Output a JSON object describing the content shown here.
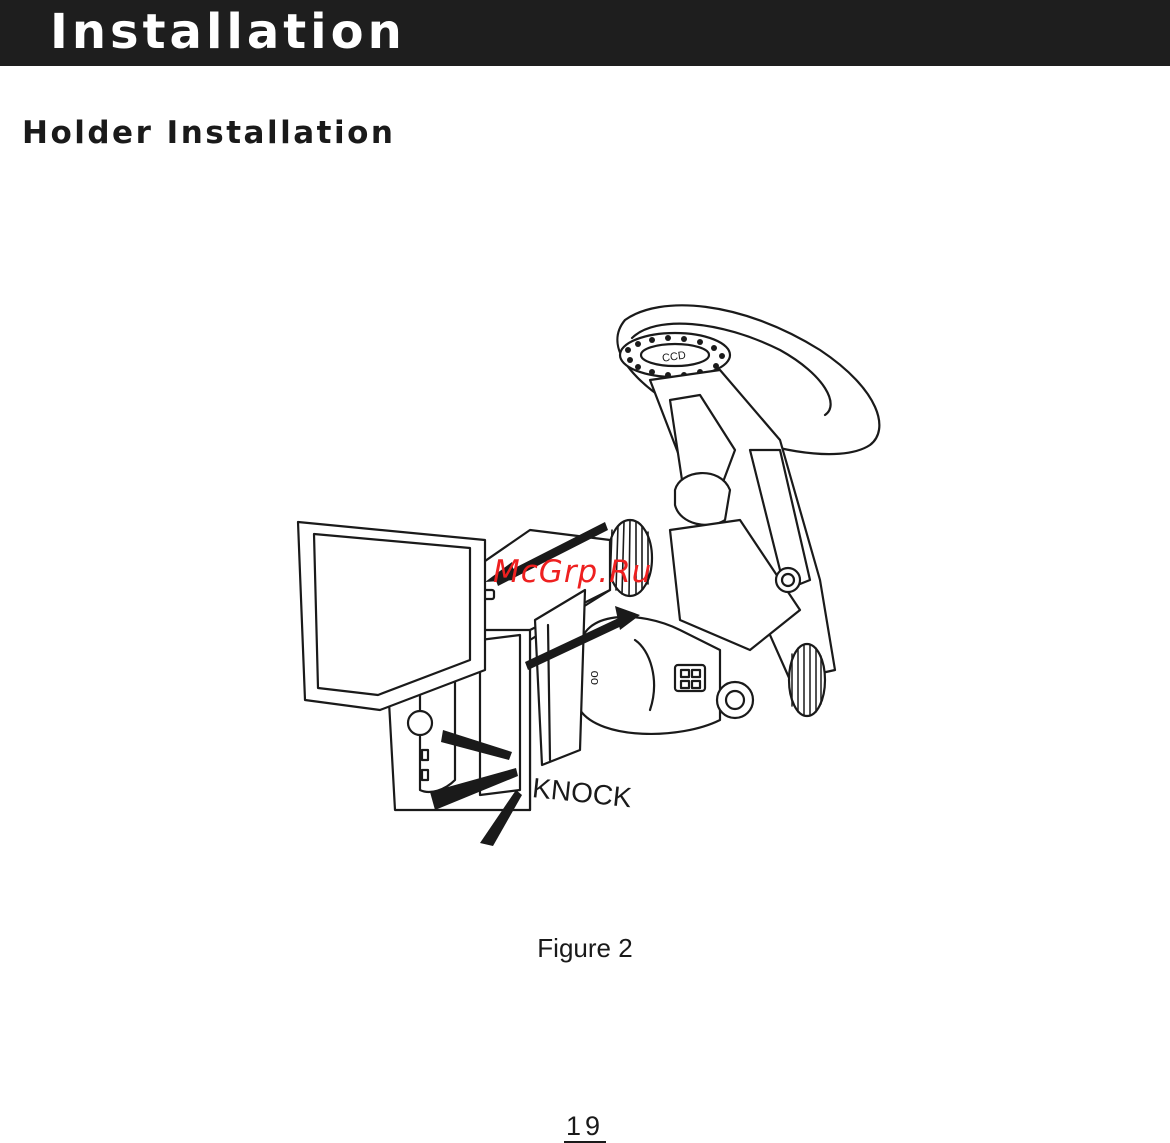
{
  "header": {
    "title": "Installation",
    "background": "#1e1e1e"
  },
  "section": {
    "title": "Holder Installation"
  },
  "figure": {
    "knock_label": "KNOCK",
    "mount_label": "CCD",
    "caption": "Figure 2",
    "watermark": "McGrp.Ru",
    "watermark_color": "#ee2020"
  },
  "page": {
    "number": "19"
  }
}
